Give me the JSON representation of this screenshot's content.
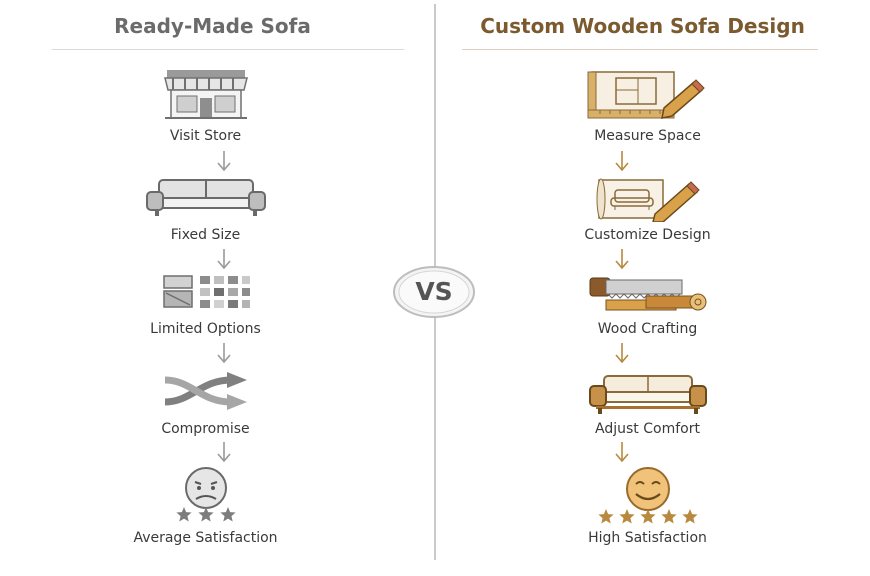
{
  "left": {
    "title": "Ready-Made Sofa",
    "steps": [
      {
        "label": "Visit Store",
        "icon": "store-icon"
      },
      {
        "label": "Fixed Size",
        "icon": "sofa-icon"
      },
      {
        "label": "Limited Options",
        "icon": "options-grid-icon"
      },
      {
        "label": "Compromise",
        "icon": "crossed-arrows-icon"
      },
      {
        "label": "Average Satisfaction",
        "icon": "sad-face-icon",
        "rating": 3
      }
    ]
  },
  "right": {
    "title": "Custom Wooden Sofa Design",
    "steps": [
      {
        "label": "Measure Space",
        "icon": "blueprint-pencil-icon"
      },
      {
        "label": "Customize Design",
        "icon": "design-sketch-icon"
      },
      {
        "label": "Wood Crafting",
        "icon": "saw-logs-icon"
      },
      {
        "label": "Adjust Comfort",
        "icon": "wooden-sofa-icon"
      },
      {
        "label": "High Satisfaction",
        "icon": "happy-face-icon",
        "rating": 5
      }
    ]
  },
  "center": {
    "vs": "VS"
  },
  "colors": {
    "left_accent": "#8a8a8a",
    "right_accent": "#b8893f",
    "divider": "#c9c9c9"
  }
}
